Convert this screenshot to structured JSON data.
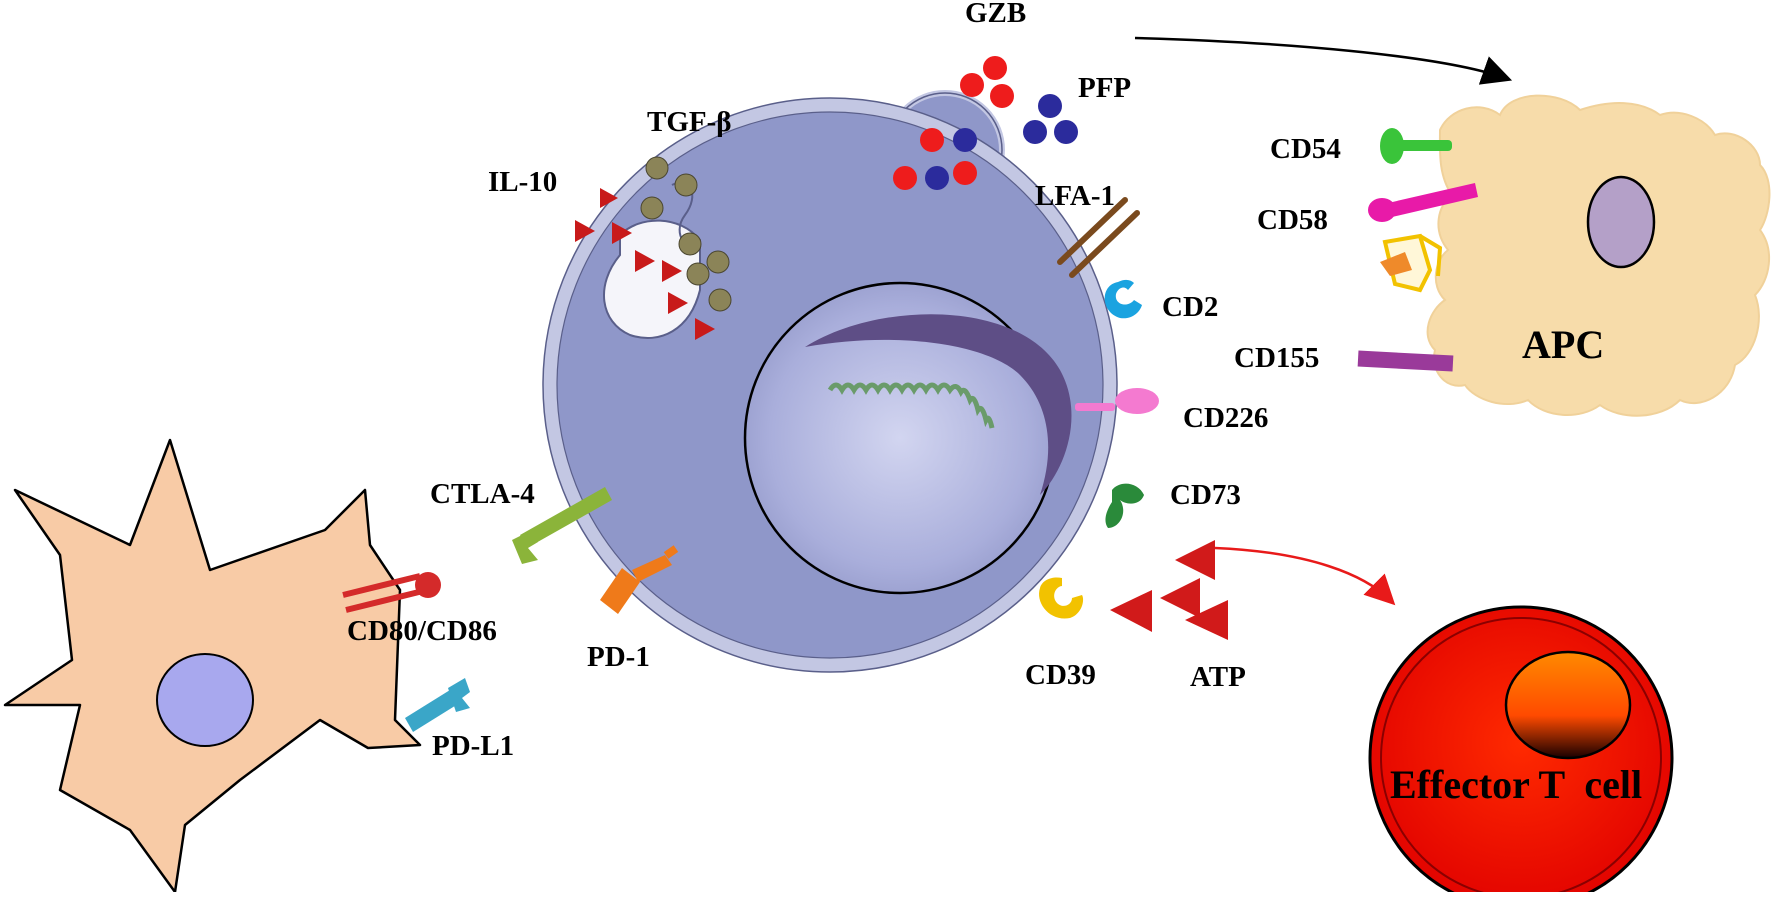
{
  "labels": {
    "gzb": "GZB",
    "pfp": "PFP",
    "tgf_beta": "TGF-β",
    "il10": "IL-10",
    "lfa1": "LFA-1",
    "cd2": "CD2",
    "cd226": "CD226",
    "cd73": "CD73",
    "cd39": "CD39",
    "atp": "ATP",
    "ctla4": "CTLA-4",
    "pd1": "PD-1",
    "cd80_cd86": "CD80/CD86",
    "pd_l1": "PD-L1",
    "cd54": "CD54",
    "cd58": "CD58",
    "cd155": "CD155",
    "apc": "APC",
    "effector_t_cell": "Effector T  cell"
  },
  "colors": {
    "treg_cell": "#8f97c9",
    "treg_membrane": "#c3c7e3",
    "nucleus": "#aeb3dc",
    "chromatin": "#5e4e86",
    "dna": "#6a9b6a",
    "gzb_granule": "#ee1c1c",
    "pfp_granule": "#2b2b9c",
    "tgf_beta": "#8b8458",
    "il10": "#c81a1a",
    "dendritic_cell": "#f8cba6",
    "dc_nucleus": "#a8a8ee",
    "apc_cell": "#f7dcaa",
    "apc_nucleus": "#b4a0c8",
    "effector_cell": "#ff1a00",
    "effector_nucleus": "#ff6a00",
    "lfa1": "#7a4a1e",
    "cd2": "#1aa3e0",
    "cd226": "#f47ad0",
    "cd73": "#2a8a3a",
    "cd39": "#f2c200",
    "atp": "#d11a1a",
    "ctla4": "#8bb43a",
    "pd1": "#ef7a1a",
    "cd80_cd86": "#d42a2a",
    "pd_l1": "#3aa6c8",
    "cd54": "#3ac43a",
    "cd58": "#e81aa8",
    "cd155": "#9a3a9a",
    "arrow_black": "#000000",
    "arrow_red": "#e81a1a"
  },
  "icons": {
    "treg": "treg-cell-icon",
    "dendritic": "dendritic-cell-icon",
    "apc": "apc-cell-icon",
    "effector": "effector-t-cell-icon"
  }
}
